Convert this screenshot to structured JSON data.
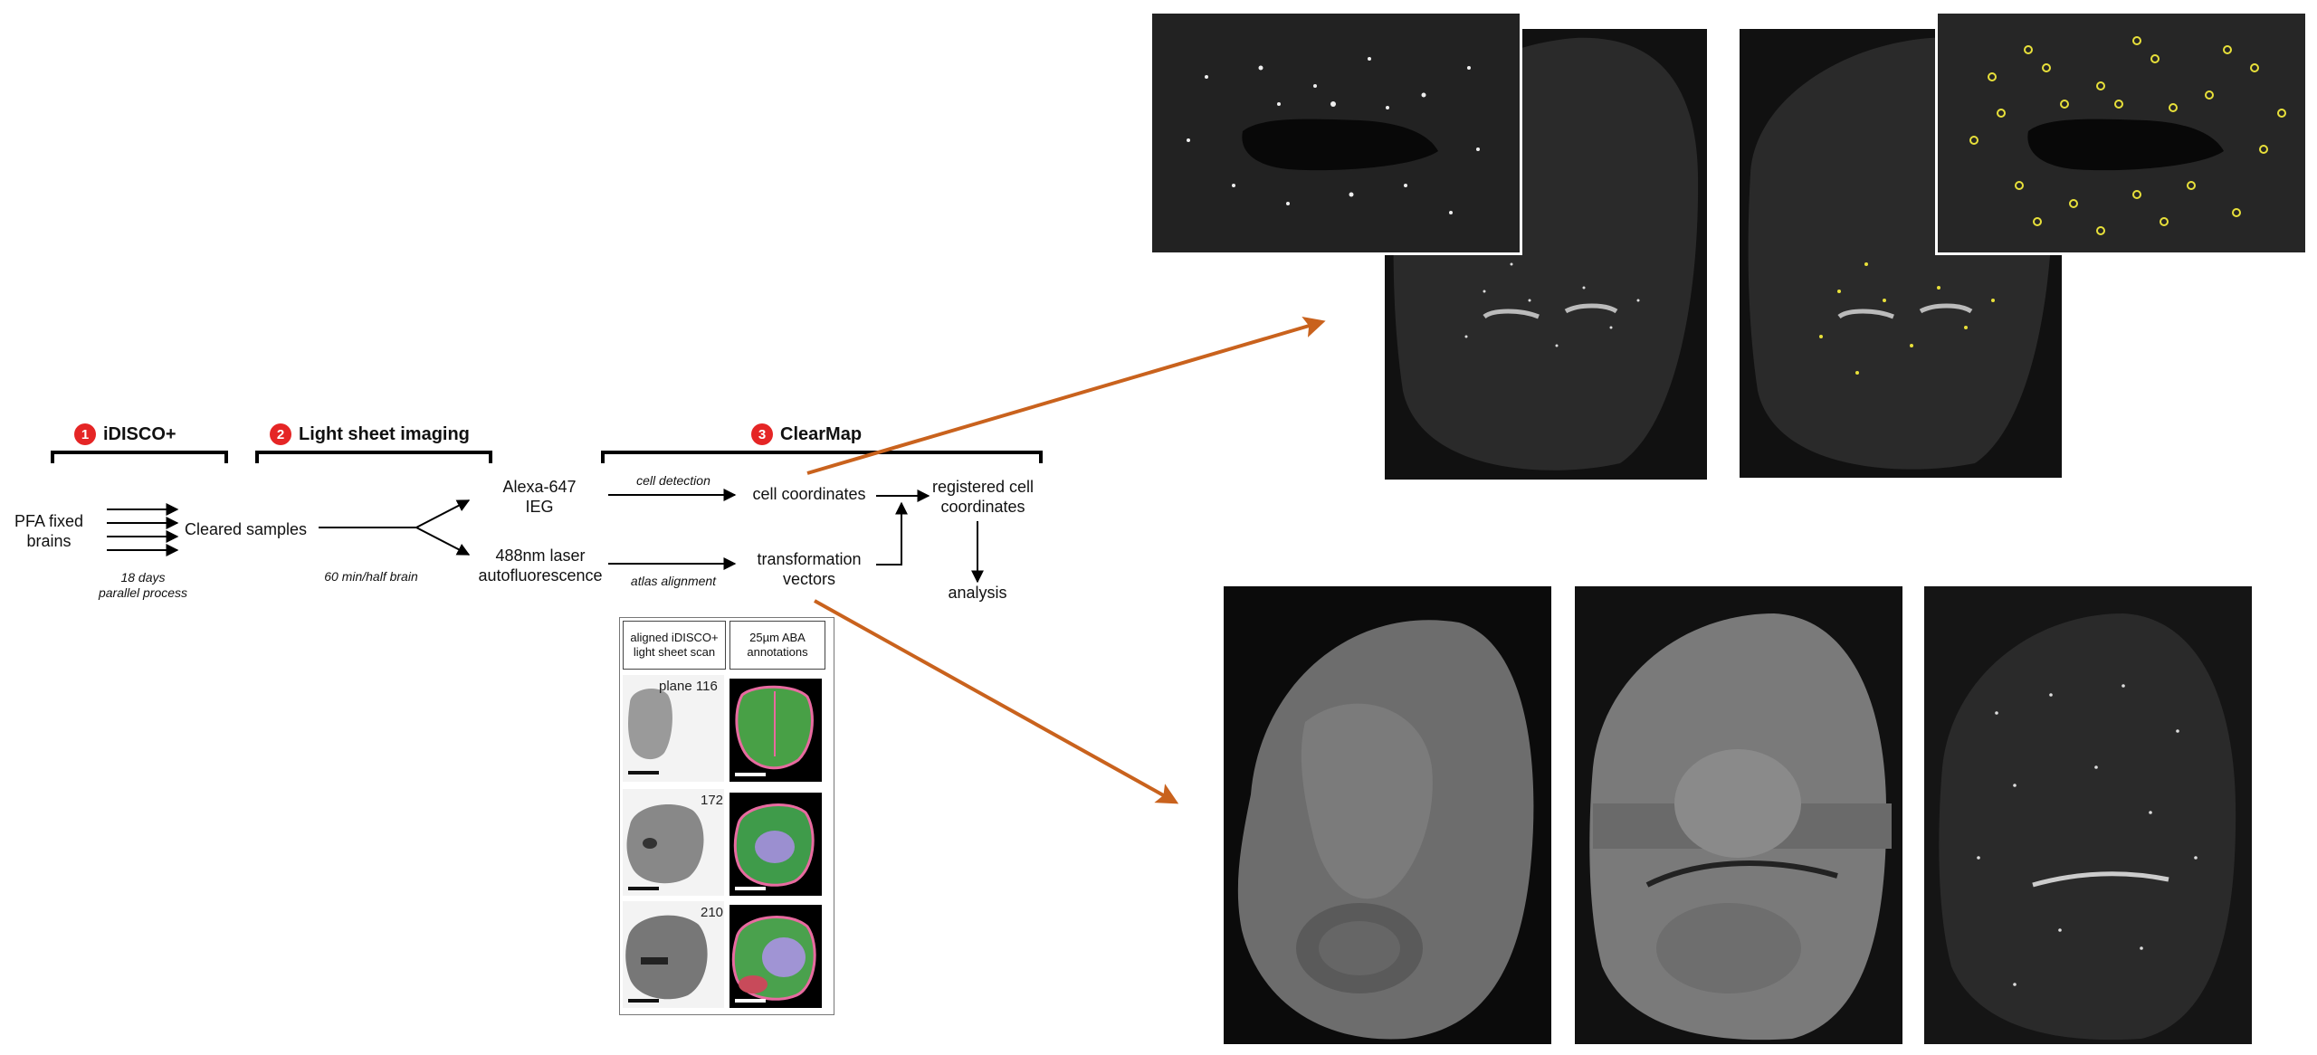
{
  "stages": [
    {
      "num": "1",
      "title": "iDISCO+"
    },
    {
      "num": "2",
      "title": "Light sheet imaging"
    },
    {
      "num": "3",
      "title": "ClearMap"
    }
  ],
  "nodes": {
    "pfa_line1": "PFA fixed",
    "pfa_line2": "brains",
    "cleared": "Cleared samples",
    "alexa_line1": "Alexa-647",
    "alexa_line2": "IEG",
    "laser_line1": "488nm laser",
    "laser_line2": "autofluorescence",
    "cell_coords": "cell coordinates",
    "transform_line1": "transformation",
    "transform_line2": "vectors",
    "registered_line1": "registered cell",
    "registered_line2": "coordinates",
    "analysis": "analysis"
  },
  "annotations": {
    "days_line1": "18 days",
    "days_line2": "parallel process",
    "imaging_time": "60 min/half brain",
    "cell_detection": "cell detection",
    "atlas_alignment": "atlas alignment"
  },
  "grid": {
    "col1_line1": "aligned iDISCO+",
    "col1_line2": "light sheet scan",
    "col2_line1": "25µm ABA",
    "col2_line2": "annotations",
    "planes": [
      "plane 116",
      "172",
      "210"
    ]
  },
  "colors": {
    "accent_arrow": "#c9621d",
    "stage_badge": "#e52525",
    "highlight_marker": "#e8e03a"
  }
}
